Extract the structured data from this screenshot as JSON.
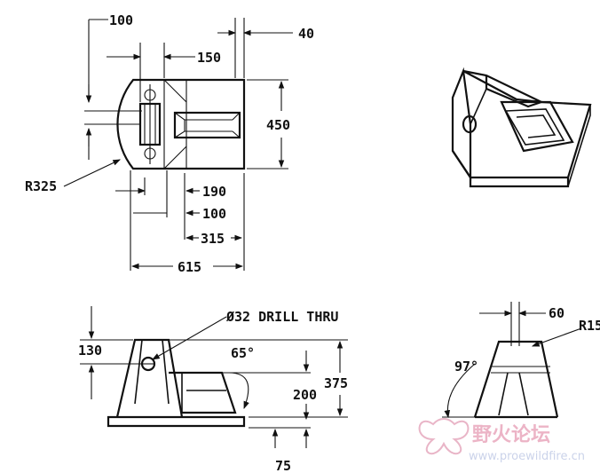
{
  "dimensions": {
    "top_100": "100",
    "top_40": "40",
    "top_150": "150",
    "right_450": "450",
    "radius_325": "R325",
    "d_190": "190",
    "d_100": "100",
    "d_315": "315",
    "d_615": "615",
    "hole_note": "Ø32 DRILL THRU",
    "front_130": "130",
    "front_65deg": "65°",
    "front_375": "375",
    "front_200": "200",
    "front_75": "75",
    "side_60": "60",
    "side_r15": "R15",
    "side_97deg": "97°"
  },
  "watermark": {
    "chinese": "野火论坛",
    "url": "www.proewildfire.cn"
  },
  "colors": {
    "line": "#111111",
    "watermark_pink": "#e9a7bd",
    "watermark_blue": "#cbd3ea"
  }
}
